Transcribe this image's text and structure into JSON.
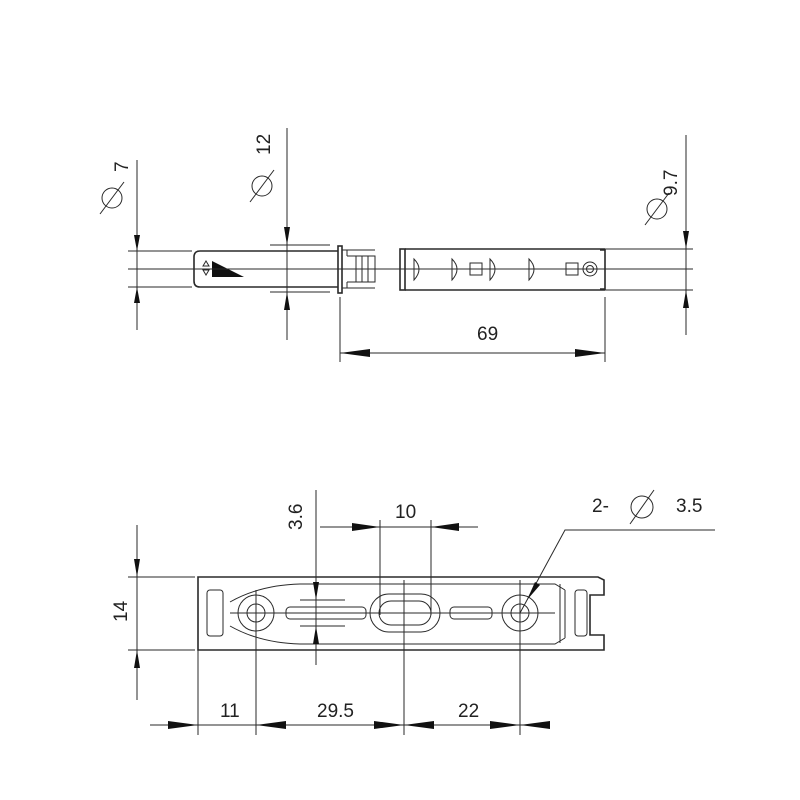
{
  "top_view": {
    "dim_rod_diameter": "7",
    "dim_collar_diameter": "12",
    "dim_body_diameter": "9.7",
    "dim_body_length": "69"
  },
  "bottom_view": {
    "dim_hole_count_prefix": "2-",
    "dim_hole_diameter": "3.5",
    "dim_height": "14",
    "dim_rib": "3.6",
    "dim_slot": "10",
    "dim_first_hole": "11",
    "dim_center": "29.5",
    "dim_second_hole": "22"
  }
}
